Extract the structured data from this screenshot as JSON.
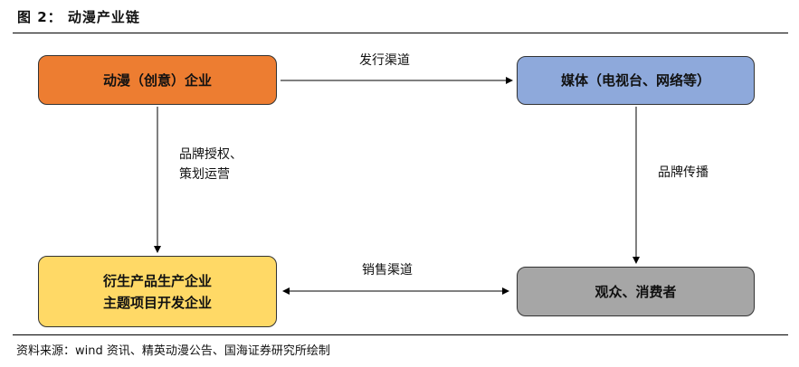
{
  "header": {
    "title": "图 2：  动漫产业链"
  },
  "nodes": {
    "anime": {
      "label": "动漫（创意）企业",
      "color": "#ED7D31"
    },
    "media": {
      "label": "媒体（电视台、网络等）",
      "color": "#8EA9DB"
    },
    "derivative": {
      "line1": "衍生产品生产企业",
      "line2": "主题项目开发企业",
      "color": "#FFD966"
    },
    "audience": {
      "label": "观众、消费者",
      "color": "#A6A6A6"
    }
  },
  "edges": {
    "release": {
      "label": "发行渠道"
    },
    "license": {
      "line1": "品牌授权、",
      "line2": "策划运营"
    },
    "spread": {
      "label": "品牌传播"
    },
    "sales": {
      "label": "销售渠道"
    }
  },
  "footer": {
    "source": "资料来源：wind 资讯、精英动漫公告、国海证券研究所绘制"
  }
}
